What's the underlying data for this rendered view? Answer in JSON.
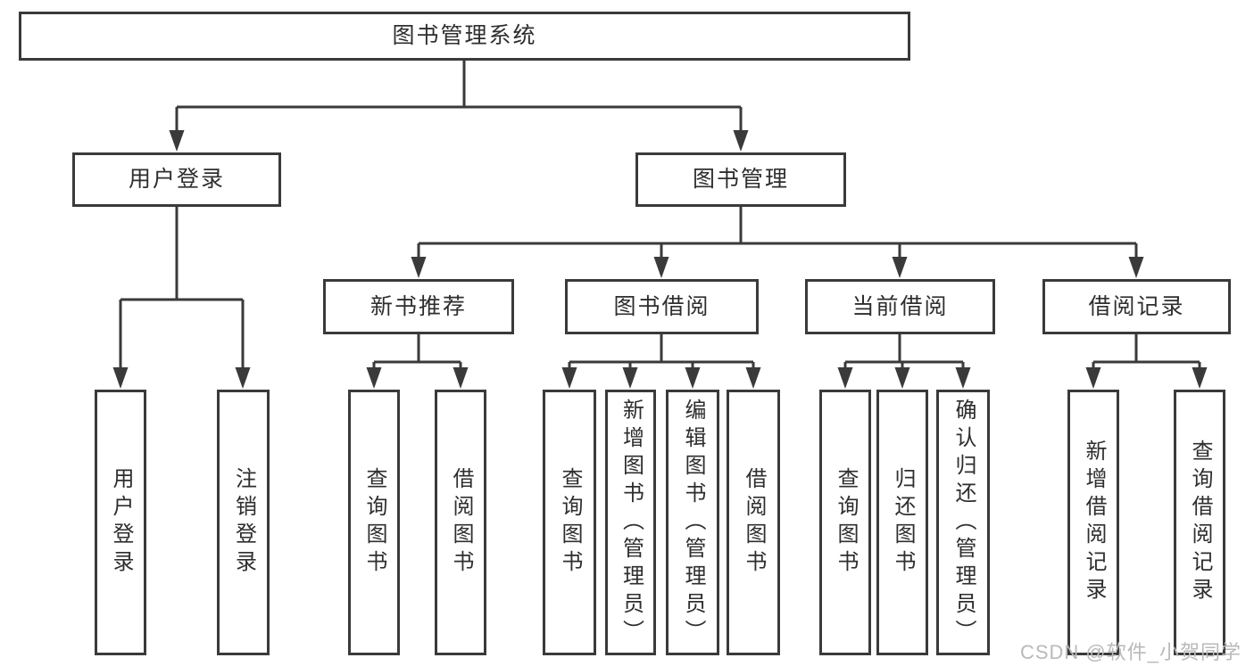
{
  "diagram_title": "图书管理系统",
  "tree": {
    "root": {
      "label": "图书管理系统"
    },
    "user_login_branch": {
      "label": "用户登录",
      "children": [
        {
          "label": "用户登录"
        },
        {
          "label": "注销登录"
        }
      ]
    },
    "book_mgmt_branch": {
      "label": "图书管理",
      "groups": [
        {
          "label": "新书推荐",
          "children": [
            {
              "label": "查询图书"
            },
            {
              "label": "借阅图书"
            }
          ]
        },
        {
          "label": "图书借阅",
          "children": [
            {
              "label": "查询图书"
            },
            {
              "label": "新增图书（管理员）"
            },
            {
              "label": "编辑图书（管理员）"
            },
            {
              "label": "借阅图书"
            }
          ]
        },
        {
          "label": "当前借阅",
          "children": [
            {
              "label": "查询图书"
            },
            {
              "label": "归还图书"
            },
            {
              "label": "确认归还（管理员）"
            }
          ]
        },
        {
          "label": "借阅记录",
          "children": [
            {
              "label": "新增借阅记录"
            },
            {
              "label": "查询借阅记录"
            }
          ]
        }
      ]
    }
  },
  "watermark": {
    "text": "CSDN @软件_小贺同学"
  },
  "colors": {
    "line": "#3a3a3a",
    "border": "#3a3a3a",
    "text": "#2e2e2e",
    "watermark": "#b9b9b9",
    "background": "#ffffff"
  }
}
